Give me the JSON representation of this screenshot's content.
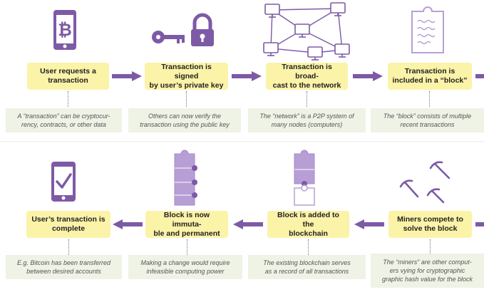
{
  "steps_top": [
    {
      "title": "User requests a\ntransaction",
      "note": "A “transaction” can be cryptocur-\nrency, contracts, or other data"
    },
    {
      "title": "Transaction is signed\nby user’s private key",
      "note": "Others can now verify the\ntransaction using the public key"
    },
    {
      "title": "Transaction is broad-\ncast to the network",
      "note": "The “network” is a P2P system of\nmany nodes (computers)"
    },
    {
      "title": "Transaction is\nincluded in a “block”",
      "note": "The “block” consists of multiple\nrecent transactions"
    }
  ],
  "steps_bottom": [
    {
      "title": "User’s transaction is\ncomplete",
      "note": "E.g. Bitcoin has been transferred\nbetween desired accounts"
    },
    {
      "title": "Block is now immuta-\nble and permanent",
      "note": "Making a change would require\ninfeasible computing power"
    },
    {
      "title": "Block is added to the\nblockchain",
      "note": "The existing blockchain serves\nas a record of all transactions"
    },
    {
      "title": "Miners compete to\nsolve the block",
      "note": "The “miners” are other comput-\ners vying for cryptographic\ngraphic hash value for the block"
    }
  ],
  "colors": {
    "purple": "#7d5aa6",
    "purple_light": "#b79fd6",
    "box": "#fbf3a8",
    "note": "#eef3e6"
  }
}
